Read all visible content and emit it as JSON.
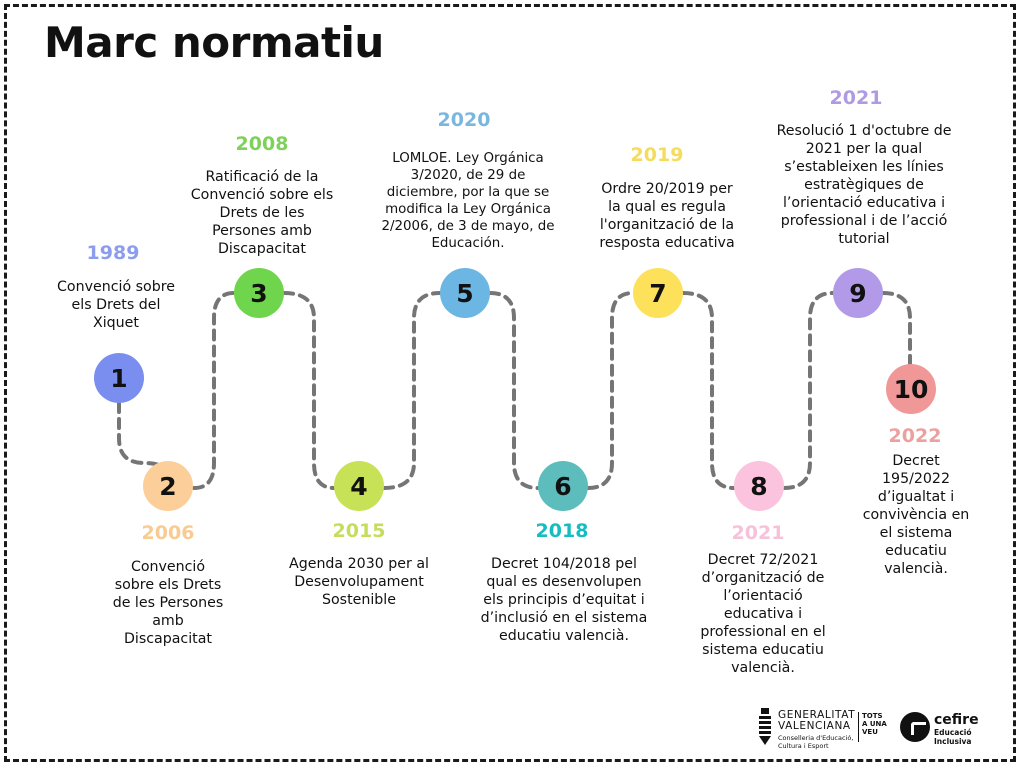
{
  "title": "Marc normatiu",
  "milestones": [
    {
      "number": "1",
      "year": "1989",
      "text": "Convenció sobre\nels Drets del\nXiquet",
      "color": "#7a8ef0",
      "year_color": "#8d9ded"
    },
    {
      "number": "2",
      "year": "2006",
      "text": "Convenció\nsobre els Drets\nde les Persones\namb\nDiscapacitat",
      "color": "#fccf9a",
      "year_color": "#f9cb93"
    },
    {
      "number": "3",
      "year": "2008",
      "text": "Ratificació de la\nConvenció sobre els\nDrets de les\nPersones amb\nDiscapacitat",
      "color": "#6fd54c",
      "year_color": "#7ed25a"
    },
    {
      "number": "4",
      "year": "2015",
      "text": "Agenda 2030 per al\nDesenvolupament\nSostenible",
      "color": "#c7e257",
      "year_color": "#c5dd5c"
    },
    {
      "number": "5",
      "year": "2020",
      "text": "LOMLOE. Ley Orgánica\n3/2020, de 29 de\ndiciembre, por la que se\nmodifica la Ley Orgánica\n2/2006, de 3 de mayo, de\nEducación.",
      "color": "#6cb6e3",
      "year_color": "#7ab7df"
    },
    {
      "number": "6",
      "year": "2018",
      "text": "Decret 104/2018 pel\nqual es desenvolupen\nels principis d’equitat i\nd’inclusió en el sistema\neducatiu valencià.",
      "color": "#5dbdbd",
      "year_color": "#16bdc0"
    },
    {
      "number": "7",
      "year": "2019",
      "text": "Ordre 20/2019 per\nla qual es regula\nl'organització de la\nresposta educativa",
      "color": "#fde15b",
      "year_color": "#f6dc5c"
    },
    {
      "number": "8",
      "year": "2021",
      "text": "Decret 72/2021\nd’organització de\nl’orientació\neducativa i\nprofessional en el\nsistema educatiu\nvalencià.",
      "color": "#fbc3dd",
      "year_color": "#f8c1da"
    },
    {
      "number": "9",
      "year": "2021",
      "text": "Resolució 1 d'octubre de\n2021 per la qual\ns’estableixen les línies\nestratègiques de\nl’orientació educativa i\nprofessional i de l’acció\ntutorial",
      "color": "#b29ae8",
      "year_color": "#b09ae3"
    },
    {
      "number": "10",
      "year": "2022",
      "text": "Decret\n195/2022\nd’igualtat i\nconvivència en\nel sistema\neducatiu\nvalencià.",
      "color": "#f09898",
      "year_color": "#eca09f"
    }
  ],
  "logos": {
    "gva_name": "GENERALITAT\nVALENCIANA",
    "gva_dept": "Conselleria d'Educació,\nCultura i Esport",
    "tots": "TOTS\nA UNA\nVEU",
    "cefire_name": "cefire",
    "cefire_sub": "Educació Inclusiva"
  }
}
